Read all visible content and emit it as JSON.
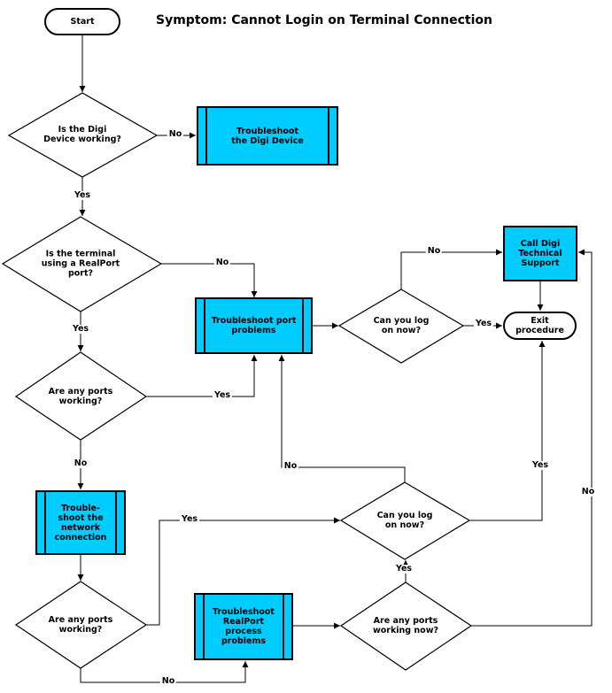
{
  "title": "Symptom: Cannot Login on Terminal Connection",
  "nodes": {
    "start": {
      "label": "Start",
      "type": "terminator"
    },
    "is_digi_device_working": {
      "label": "Is the Digi\nDevice working?",
      "type": "decision"
    },
    "troubleshoot_digi_device": {
      "label": "Troubleshoot\nthe Digi Device",
      "type": "predefined-process"
    },
    "is_terminal_using_realport": {
      "label": "Is the terminal\nusing a RealPort\nport?",
      "type": "decision"
    },
    "troubleshoot_port_problems": {
      "label": "Troubleshoot port\nproblems",
      "type": "predefined-process"
    },
    "can_you_log_on_top": {
      "label": "Can you log\non now?",
      "type": "decision"
    },
    "call_digi_technical_support": {
      "label": "Call Digi\nTechnical\nSupport",
      "type": "process"
    },
    "exit_procedure": {
      "label": "Exit\nprocedure",
      "type": "terminator"
    },
    "are_any_ports_working_mid": {
      "label": "Are any ports\nworking?",
      "type": "decision"
    },
    "troubleshoot_network_connection": {
      "label": "Trouble-\nshoot the\nnetwork\nconnection",
      "type": "predefined-process"
    },
    "can_you_log_on_mid": {
      "label": "Can you log\non now?",
      "type": "decision"
    },
    "are_any_ports_working_bottom": {
      "label": "Are any ports\nworking?",
      "type": "decision"
    },
    "troubleshoot_realport_process": {
      "label": "Troubleshoot\nRealPort\nprocess\nproblems",
      "type": "predefined-process"
    },
    "are_any_ports_working_now": {
      "label": "Are any ports\nworking now?",
      "type": "decision"
    }
  },
  "edge_labels": {
    "digi_no": "No",
    "digi_yes": "Yes",
    "realport_no": "No",
    "realport_yes": "Yes",
    "ports_mid_yes": "Yes",
    "ports_mid_no": "No",
    "ports_bottom_yes": "Yes",
    "ports_bottom_no": "No",
    "ports_now_yes": "Yes",
    "ports_now_no": "No",
    "logon_mid_no": "No",
    "logon_mid_yes": "Yes",
    "logon_top_no": "No",
    "logon_top_yes": "Yes"
  },
  "colors": {
    "process_fill": "#00CCFF",
    "decision_fill": "#FFFFFF",
    "line": "#000000"
  }
}
